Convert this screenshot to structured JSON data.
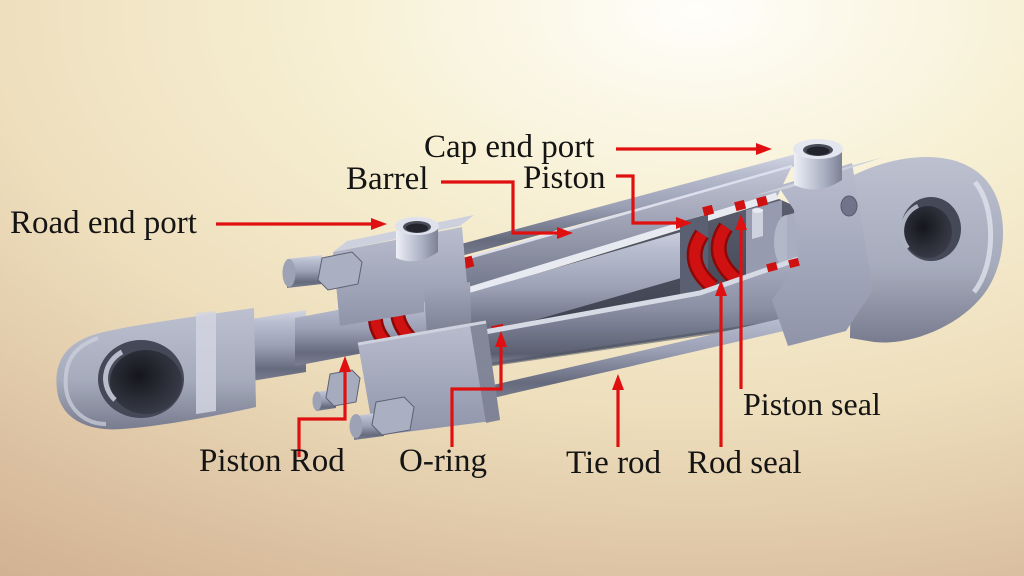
{
  "labels": {
    "road_end_port": "Road end port",
    "cap_end_port": "Cap end port",
    "barrel": "Barrel",
    "piston": "Piston",
    "piston_rod": "Piston Rod",
    "o_ring": "O-ring",
    "tie_rod": "Tie rod",
    "rod_seal": "Rod seal",
    "piston_seal": "Piston seal"
  },
  "colors": {
    "leader_red": "#e01010",
    "seal_red": "#cf1111",
    "seal_dark": "#8e0808",
    "label_text": "#141414",
    "metal_light": "#c7cbdb",
    "metal_mid": "#9aa0b5",
    "metal_dark": "#5f6375",
    "background_cream": "#f6efd3",
    "background_tan": "#cfae8e"
  }
}
